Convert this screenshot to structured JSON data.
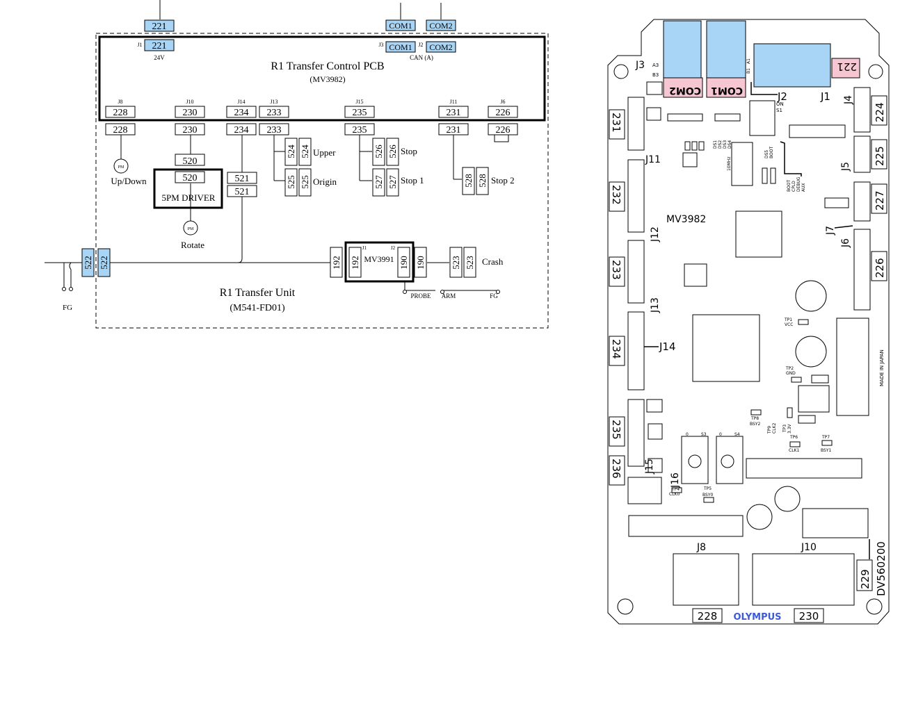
{
  "left": {
    "top_labels": {
      "c221": "221",
      "com1": "COM1",
      "com2": "COM2"
    },
    "pcb": {
      "title": "R1 Transfer Control PCB",
      "part": "(MV3982)",
      "j1": "J1",
      "j1_num": "221",
      "j1_volt": "24V",
      "j3": "J3",
      "j3_name": "COM1",
      "j2": "J2",
      "j2_name": "COM2",
      "j2_sub": "CAN (A)",
      "ports": [
        {
          "j": "J8",
          "n": "228"
        },
        {
          "j": "J10",
          "n": "230"
        },
        {
          "j": "J14",
          "n": "234"
        },
        {
          "j": "J13",
          "n": "233"
        },
        {
          "j": "J15",
          "n": "235"
        },
        {
          "j": "J11",
          "n": "231"
        },
        {
          "j": "J6",
          "n": "226"
        }
      ]
    },
    "unit": {
      "title": "R1 Transfer Unit",
      "part": "(M541-FD01)"
    },
    "labels": {
      "pm": "PM",
      "updown": "Up/Down",
      "rotate": "Rotate",
      "driver": "5PM DRIVER",
      "n520": "520",
      "n521": "521",
      "upper": "Upper",
      "origin": "Origin",
      "n524": "524",
      "n525": "525",
      "stop": "Stop",
      "stop1": "Stop 1",
      "stop2": "Stop 2",
      "n526": "526",
      "n527": "527",
      "n528": "528",
      "mv3991": "MV3991",
      "j1": "J1",
      "j2": "J2",
      "n192": "192",
      "n190": "190",
      "n523": "523",
      "crash": "Crash",
      "n522": "522",
      "fg": "FG",
      "probe": "PROBE",
      "arm": "ARM"
    }
  },
  "right": {
    "board": "MV3982",
    "brand": "OLYMPUS",
    "doc": "DV560200",
    "made": "MADE IN JAPAN",
    "connectors": {
      "j1": "J1",
      "j2": "J2",
      "j3": "J3",
      "j4": "J4",
      "j5": "J5",
      "j6": "J6",
      "j7": "J7",
      "j8": "J8",
      "j10": "J10",
      "j11": "J11",
      "j12": "J12",
      "j13": "J13",
      "j14": "J14",
      "j15": "J15",
      "j16": "J16"
    },
    "tags": {
      "t221": "221",
      "com1": "COM1",
      "com2": "COM2",
      "t224": "224",
      "t225": "225",
      "t227": "227",
      "t226": "226",
      "t231": "231",
      "t232": "232",
      "t233": "233",
      "t234": "234",
      "t235": "235",
      "t236": "236",
      "t228": "228",
      "t230": "230",
      "t229": "229"
    },
    "small": {
      "a3": "A3",
      "b3": "B3",
      "b1": "B1",
      "a1": "A1",
      "on": "ON",
      "s1": "S1",
      "ds1": "DS1",
      "ds2": "DS2",
      "ds3": "DS3",
      "ds4": "DS4",
      "ds5": "DS5",
      "boot": "BOOT",
      "mhz": "10MHz",
      "boot2": "BOOT",
      "cpld": "CPLD",
      "debug": "DEBUG",
      "aux": "AUX",
      "tp1": "TP1",
      "vcc": "VCC",
      "tp2": "TP2",
      "gnd": "GND",
      "tp8": "TP8",
      "bsy2": "BSY2",
      "tp9": "TP9",
      "clk2": "CLK2",
      "tp3": "TP3",
      "v33": "3.3V",
      "tp6": "TP6",
      "clk1": "CLK1",
      "tp7": "TP7",
      "bsy1": "BSY1",
      "tp4": "TP4",
      "clk0": "CLK0",
      "tp5": "TP5",
      "bsy0": "BSY0",
      "s3": "S3",
      "s4": "S4",
      "zero": "0"
    }
  },
  "colors": {
    "blue": "#a8d4f5",
    "pink": "#f6c7d3",
    "line": "#000000"
  }
}
